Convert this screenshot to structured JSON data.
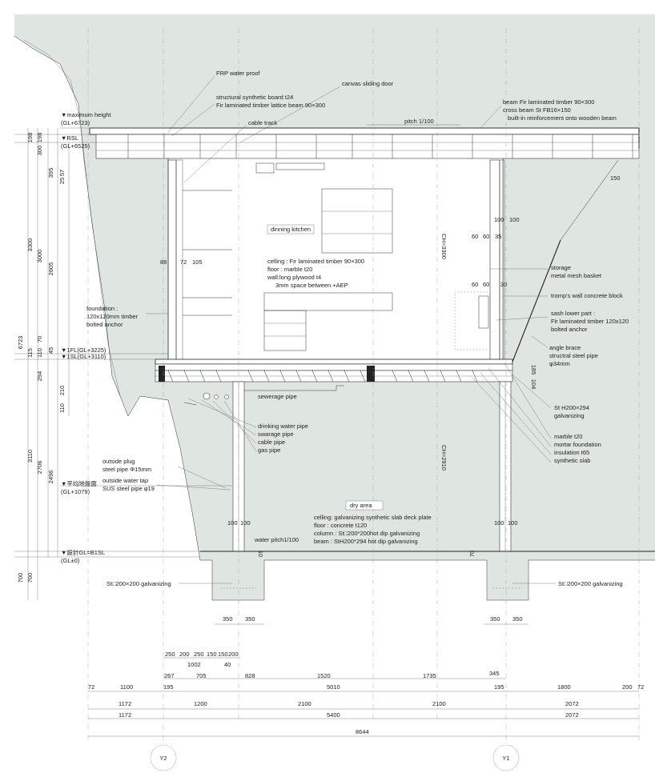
{
  "colors": {
    "ground": "#dfe6e2",
    "interior": "#ffffff",
    "line": "#333333",
    "accent": "#222222"
  },
  "levels": {
    "max_height": [
      "▼maximum height",
      "(GL+6723)"
    ],
    "rsl": [
      "▼RSL",
      "(GL+6525)"
    ],
    "fl1": "▼1FL(GL+3225)",
    "sl1": "▼1SL(GL+3110)",
    "avg_ground": [
      "▼平均地盤面",
      "(GL+1079)"
    ],
    "design_b1sl": [
      "▼設計GL=B1SL",
      "(GL±0)"
    ]
  },
  "notes": {
    "frp": "FRP water proof",
    "canvas_door": "canvas sliding door",
    "structural_board": "structural synthetic board t24",
    "lattice_beam": "Fir laminated timber lattice beam 90×300",
    "cable_track": "cable track",
    "pitch_roof": "pitch 1/100",
    "beam_1": "beam  Fir laminated timber 90×300",
    "beam_2": "cross beam  St FB16×150",
    "beam_3": "built-in reinforcement onto wooden beam",
    "room": "dinning kitchen",
    "ceiling_1": "celling : Fir laminated timber 90×300",
    "ceiling_2": "floor : marble t20",
    "ceiling_3": "wall:long plywood t4",
    "ceiling_4": "3mm space between +AEP",
    "foundation_1": "foundation :",
    "foundation_2": "120x120mm timber",
    "foundation_3": "bolted anchor",
    "storage_1": "storage",
    "storage_2": "metal mesh basket",
    "tromp": "tromp's wall concrete block",
    "sash_1": "sash lower part :",
    "sash_2": "Fir laminated timber 120x120",
    "sash_3": "bolted anchor",
    "brace_1": "angle brace",
    "brace_2": "structral steel pipe",
    "brace_3": "φ34mm",
    "sewerage": "sewerage pipe",
    "pipe_1": "drinking water pipe",
    "pipe_2": "swarage pipe",
    "pipe_3": "cable pipe",
    "pipe_4": "gas pipe",
    "steel_h_1": "St H200×294",
    "steel_h_2": "galvanizing",
    "floor_1": "marble t20",
    "floor_2": "mortar foundation",
    "floor_3": "insulation t65",
    "floor_4": "synthetic slab",
    "plug_1": "outside plug",
    "plug_2": "steel pipe Φ15mm",
    "tap_1": "outside water tap",
    "tap_2": "SUS steel pipe φ19",
    "dry_area": "dry area",
    "dry_1": "celling: galvanizing synthetic slab deck plate",
    "dry_2": "floor : concrete t120",
    "dry_3": "column : St□200*200hot dip galvanizing",
    "dry_4": "beam : StH200*294 hot dip galvanizing",
    "water_pitch": "water pitch1/100",
    "col_left": "St□200×200 galvanizing",
    "col_right": "St□200×200 galvanizing",
    "ch_upper": "CH=3300",
    "ch_lower": "CH=2910"
  },
  "left_dims": {
    "a1": "198",
    "a2": "198",
    "a3": "300",
    "a4": "395",
    "a5": "25",
    "a6": "57",
    "b1": "3300",
    "b2": "3000",
    "b3": "2605",
    "c1": "6723",
    "d1": "115",
    "d2": "110",
    "d3": "70",
    "d4": "45",
    "d5": "294",
    "d6": "210",
    "d7": "110",
    "e1": "3110",
    "e2": "2706",
    "e3": "2496",
    "f1": "700",
    "f2": "700"
  },
  "inner_dims": {
    "d88": "88",
    "d72": "72",
    "d105": "105",
    "d100a": "100",
    "d100b": "100",
    "d60a": "60",
    "d60b": "60",
    "d35": "35",
    "d60c": "60",
    "d60d": "60",
    "d30": "30",
    "d150": "150",
    "d185": "185",
    "d104": "104",
    "d10": "10",
    "d70": "70",
    "d100c": "100",
    "d100d": "100",
    "d100e": "100",
    "d100f": "100"
  },
  "bottom_dims": {
    "row1": [
      "350",
      "350",
      "350",
      "350"
    ],
    "row2": [
      "250",
      "200",
      "250",
      "150",
      "150",
      "200"
    ],
    "row3": [
      "1002",
      "40"
    ],
    "row4": [
      "267",
      "705",
      "828",
      "1520",
      "1735",
      "345"
    ],
    "row5": [
      "72",
      "1100",
      "195",
      "5010",
      "195",
      "1800",
      "200",
      "72"
    ],
    "row6": [
      "1172",
      "1200",
      "2100",
      "2100",
      "2072"
    ],
    "row7": [
      "1172",
      "5400",
      "2072"
    ],
    "row8": [
      "8644"
    ]
  },
  "grid_labels": {
    "y2": "Y2",
    "y1": "Y1"
  }
}
